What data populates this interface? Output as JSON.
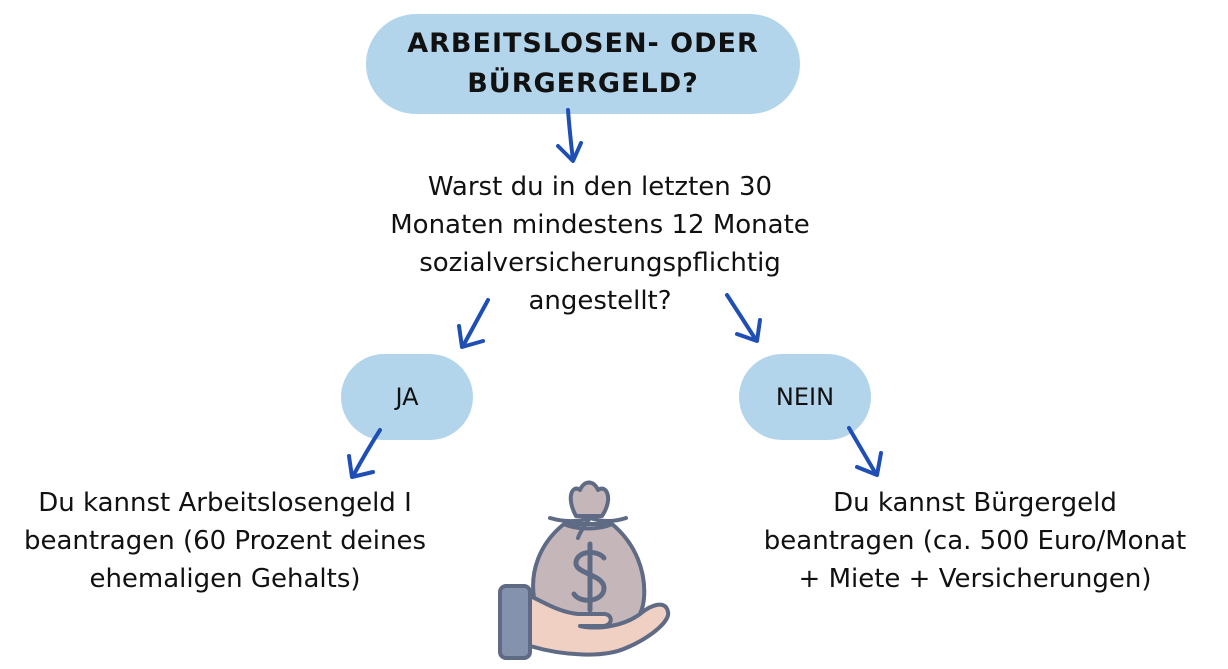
{
  "colors": {
    "pill_fill": "#b3d5ec",
    "arrow": "#1f4fb5",
    "bag_fill": "#c5b7b9",
    "bag_outline": "#5f6b85",
    "hand_fill": "#efd0c2",
    "cuff_fill": "#8592ad"
  },
  "title": {
    "line1": "ARBEITSLOSEN- ODER",
    "line2": "BÜRGERGELD?"
  },
  "question": {
    "lines": [
      "Warst du in den letzten 30",
      "Monaten mindestens 12 Monate",
      "sozialversicherungspflichtig",
      "angestellt?"
    ]
  },
  "answers": {
    "yes": "JA",
    "no": "NEIN"
  },
  "results": {
    "yes": [
      "Du kannst Arbeitslosengeld I",
      "beantragen (60 Prozent deines",
      "ehemaligen Gehalts)"
    ],
    "no": [
      "Du kannst Bürgergeld",
      "beantragen (ca. 500 Euro/Monat",
      "+ Miete + Versicherungen)"
    ]
  },
  "icons": {
    "money": "money-bag-hand-icon",
    "arrow": "hand-drawn-arrow-icon"
  }
}
